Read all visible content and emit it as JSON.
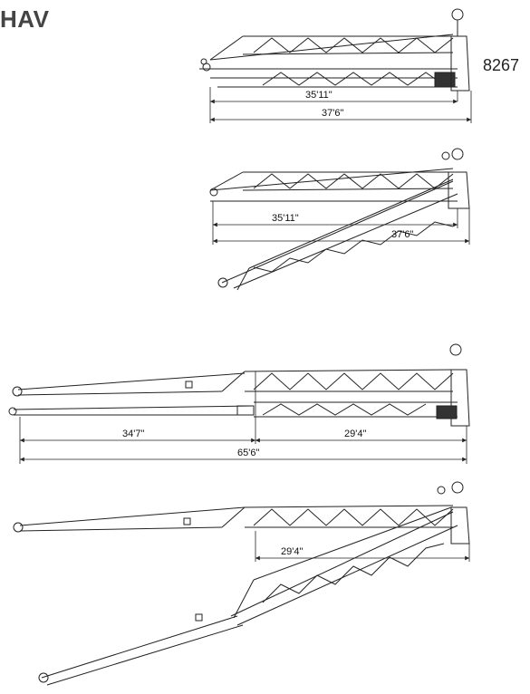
{
  "header": {
    "title": "HAV"
  },
  "model_number": "8267",
  "views": [
    {
      "id": "view1",
      "dimensions": [
        "35'11\"",
        "37'6\""
      ]
    },
    {
      "id": "view2",
      "dimensions": [
        "35'11\"",
        "37'6\""
      ]
    },
    {
      "id": "view3",
      "dimensions": [
        "34'7\"",
        "29'4\"",
        "65'6\""
      ]
    },
    {
      "id": "view4",
      "dimensions": [
        "29'4\""
      ]
    }
  ]
}
